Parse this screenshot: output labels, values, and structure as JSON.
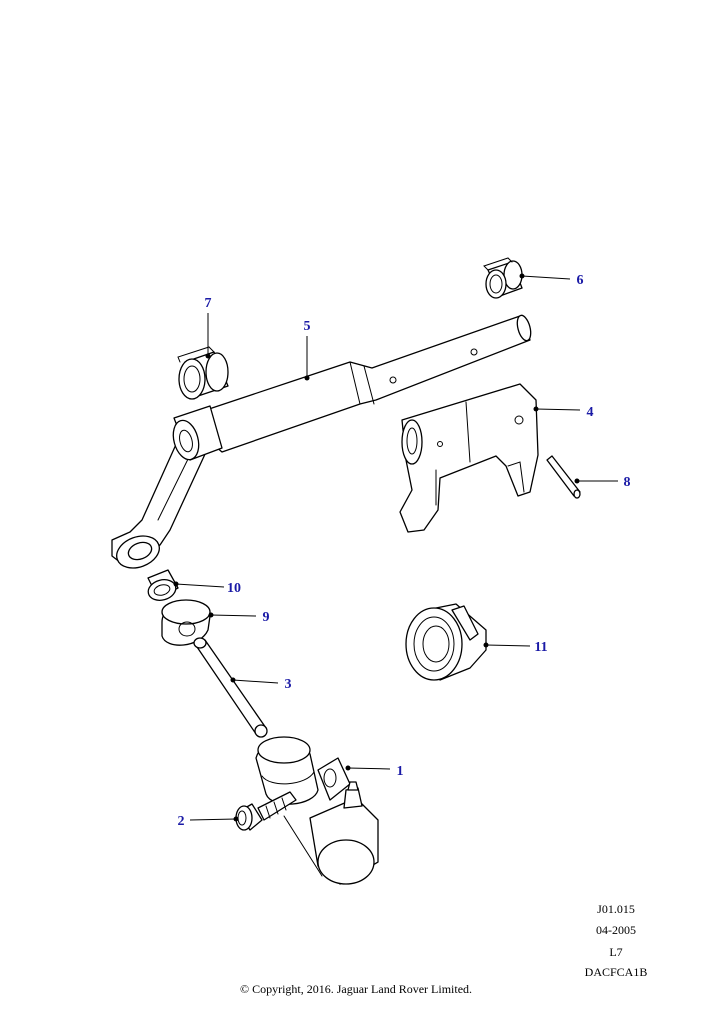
{
  "theme": {
    "callout_color": "#1a1aa6",
    "line_color": "#000000"
  },
  "callouts": [
    {
      "id": "1",
      "label": "1"
    },
    {
      "id": "2",
      "label": "2"
    },
    {
      "id": "3",
      "label": "3"
    },
    {
      "id": "4",
      "label": "4"
    },
    {
      "id": "5",
      "label": "5"
    },
    {
      "id": "6",
      "label": "6"
    },
    {
      "id": "7",
      "label": "7"
    },
    {
      "id": "8",
      "label": "8"
    },
    {
      "id": "9",
      "label": "9"
    },
    {
      "id": "10",
      "label": "10"
    },
    {
      "id": "11",
      "label": "11"
    }
  ],
  "reference": {
    "code": "J01.015",
    "date": "04-2005",
    "revision": "L7",
    "id": "DACFCA1B"
  },
  "copyright": "© Copyright, 2016. Jaguar Land Rover Limited."
}
